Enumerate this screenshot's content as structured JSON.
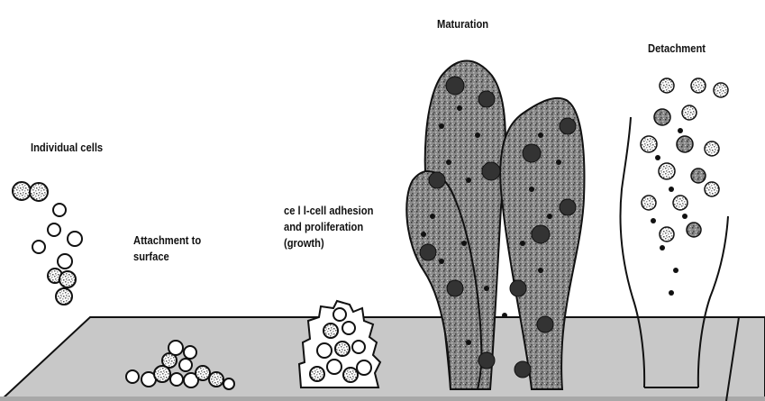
{
  "stages": {
    "individual_cells": "Individual cells",
    "attachment": [
      "Attachment to",
      "surface"
    ],
    "adhesion": [
      "ce l l-cell adhesion",
      "and proliferation",
      "(growth)"
    ],
    "maturation": "Maturation",
    "detachment": "Detachment"
  },
  "colors": {
    "surface_fill": "#c8c8c8",
    "surface_edge": "#111111",
    "biofilm_fill": "#777777",
    "cell_outline": "#111111",
    "cell_speckle": "#888888"
  }
}
